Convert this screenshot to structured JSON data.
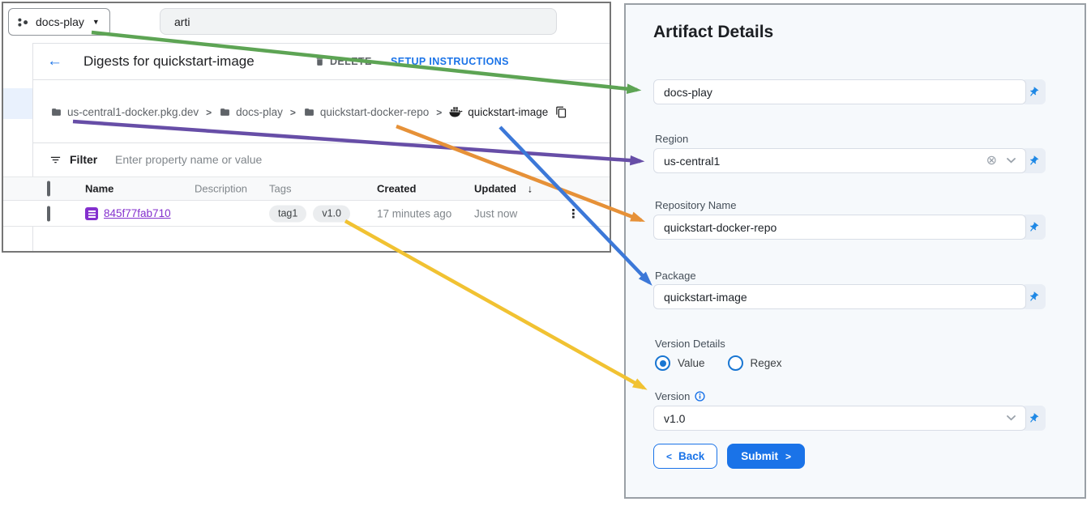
{
  "icons": {
    "caret_down": "▼",
    "back_arrow": "←",
    "sort_desc": "↓",
    "overflow": "⋮",
    "clear": "⊗",
    "chevron_left": "<",
    "chevron_right": ">"
  },
  "colors": {
    "accent_blue": "#1a73e8",
    "link_purple": "#8430ce",
    "arrows": {
      "green": "#5da454",
      "purple": "#674ea7",
      "orange": "#e69138",
      "blue": "#3c78d8",
      "yellow": "#f1c232"
    }
  },
  "console": {
    "project_selector": {
      "label": "docs-play"
    },
    "search": {
      "value": "arti"
    },
    "page": {
      "title": "Digests for quickstart-image",
      "delete_label": "DELETE",
      "setup_label": "SETUP INSTRUCTIONS"
    },
    "breadcrumb": {
      "separator": ">",
      "items": [
        "us-central1-docker.pkg.dev",
        "docs-play",
        "quickstart-docker-repo",
        "quickstart-image"
      ]
    },
    "filter": {
      "label": "Filter",
      "placeholder": "Enter property name or value"
    },
    "table": {
      "headers": {
        "name": "Name",
        "description": "Description",
        "tags": "Tags",
        "created": "Created",
        "updated": "Updated"
      },
      "rows": [
        {
          "name": "845f77fab710",
          "tags": [
            "tag1",
            "v1.0"
          ],
          "created": "17 minutes ago",
          "updated": "Just now"
        }
      ]
    }
  },
  "form": {
    "title": "Artifact Details",
    "fields": {
      "project": {
        "value": "docs-play"
      },
      "region": {
        "label": "Region",
        "value": "us-central1"
      },
      "repository": {
        "label": "Repository Name",
        "value": "quickstart-docker-repo"
      },
      "package": {
        "label": "Package",
        "value": "quickstart-image"
      },
      "version_details": {
        "label": "Version Details",
        "options": [
          "Value",
          "Regex"
        ],
        "selected": "Value"
      },
      "version": {
        "label": "Version",
        "value": "v1.0"
      }
    },
    "buttons": {
      "back": "Back",
      "submit": "Submit"
    }
  }
}
